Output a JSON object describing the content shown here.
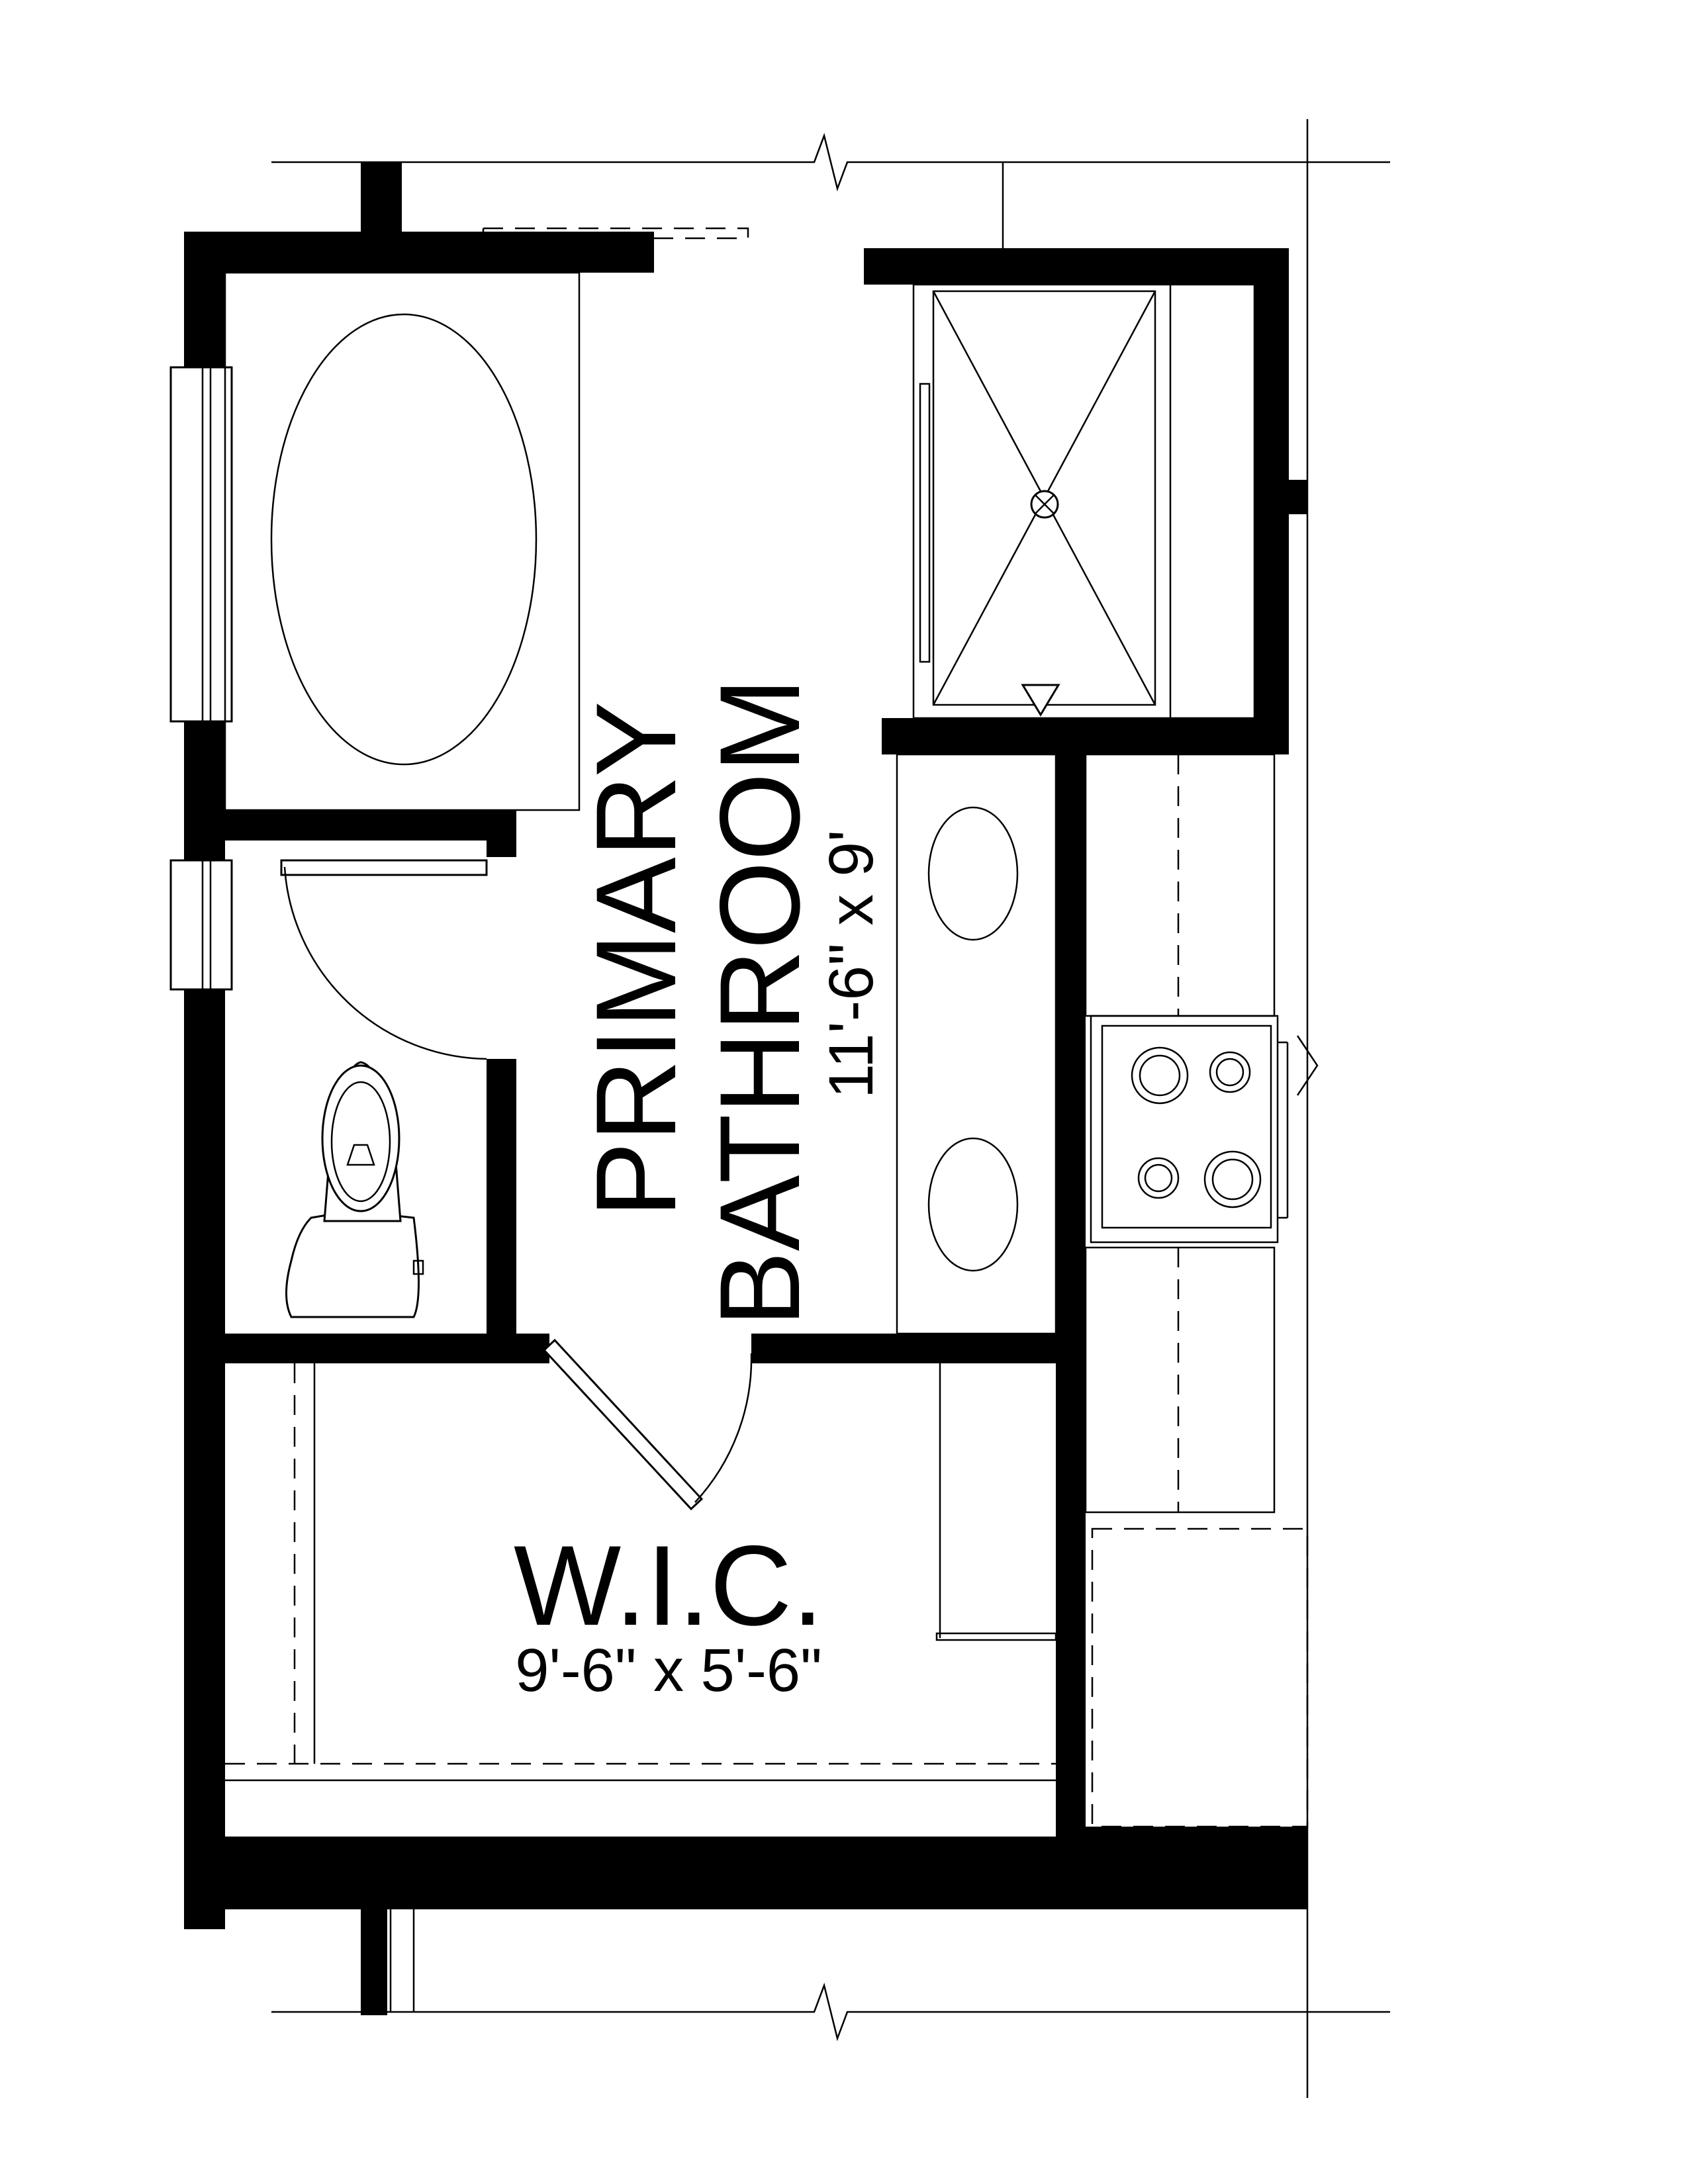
{
  "rooms": [
    {
      "name": "PRIMARY",
      "name2": "BATHROOM",
      "dims": "11'-6\" x 9'"
    },
    {
      "name": "W.I.C.",
      "dims": "9'-6\" x 5'-6\""
    }
  ],
  "colors": {
    "wall": "#000000",
    "background": "#ffffff"
  },
  "icons": [
    "bathtub-icon",
    "shower-icon",
    "shower-drain-icon",
    "toilet-icon",
    "sink-icon",
    "cooktop-icon",
    "window-icon",
    "door-swing-icon"
  ]
}
